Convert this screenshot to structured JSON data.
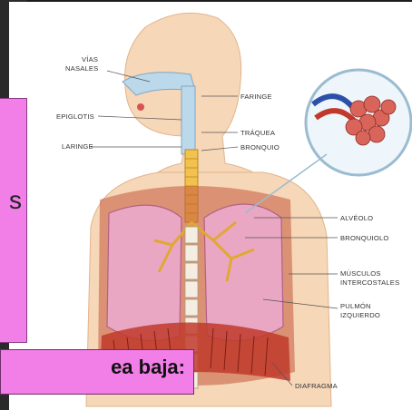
{
  "labels": {
    "vias_nasales_1": "VÍAS",
    "vias_nasales_2": "NASALES",
    "faringe": "FARINGE",
    "epiglotis": "EPIGLOTIS",
    "traquea": "TRÁQUEA",
    "laringe": "LARINGE",
    "bronquio": "BRONQUIO",
    "alveolo": "ALVÉOLO",
    "bronquiolo": "BRONQUIOLO",
    "musculos_1": "MÚSCULOS",
    "musculos_2": "INTERCOSTALES",
    "pulmon_1": "PULMÓN",
    "pulmon_2": "IZQUIERDO",
    "diafragma": "DIAFRAGMA"
  },
  "overlay": {
    "side_letter": "s",
    "caption": "ea baja:"
  },
  "colors": {
    "overlay_pink": "#f27fe8",
    "skin": "#f6d7b8",
    "lung": "#e9a7c4",
    "airway": "#f2c14e"
  }
}
